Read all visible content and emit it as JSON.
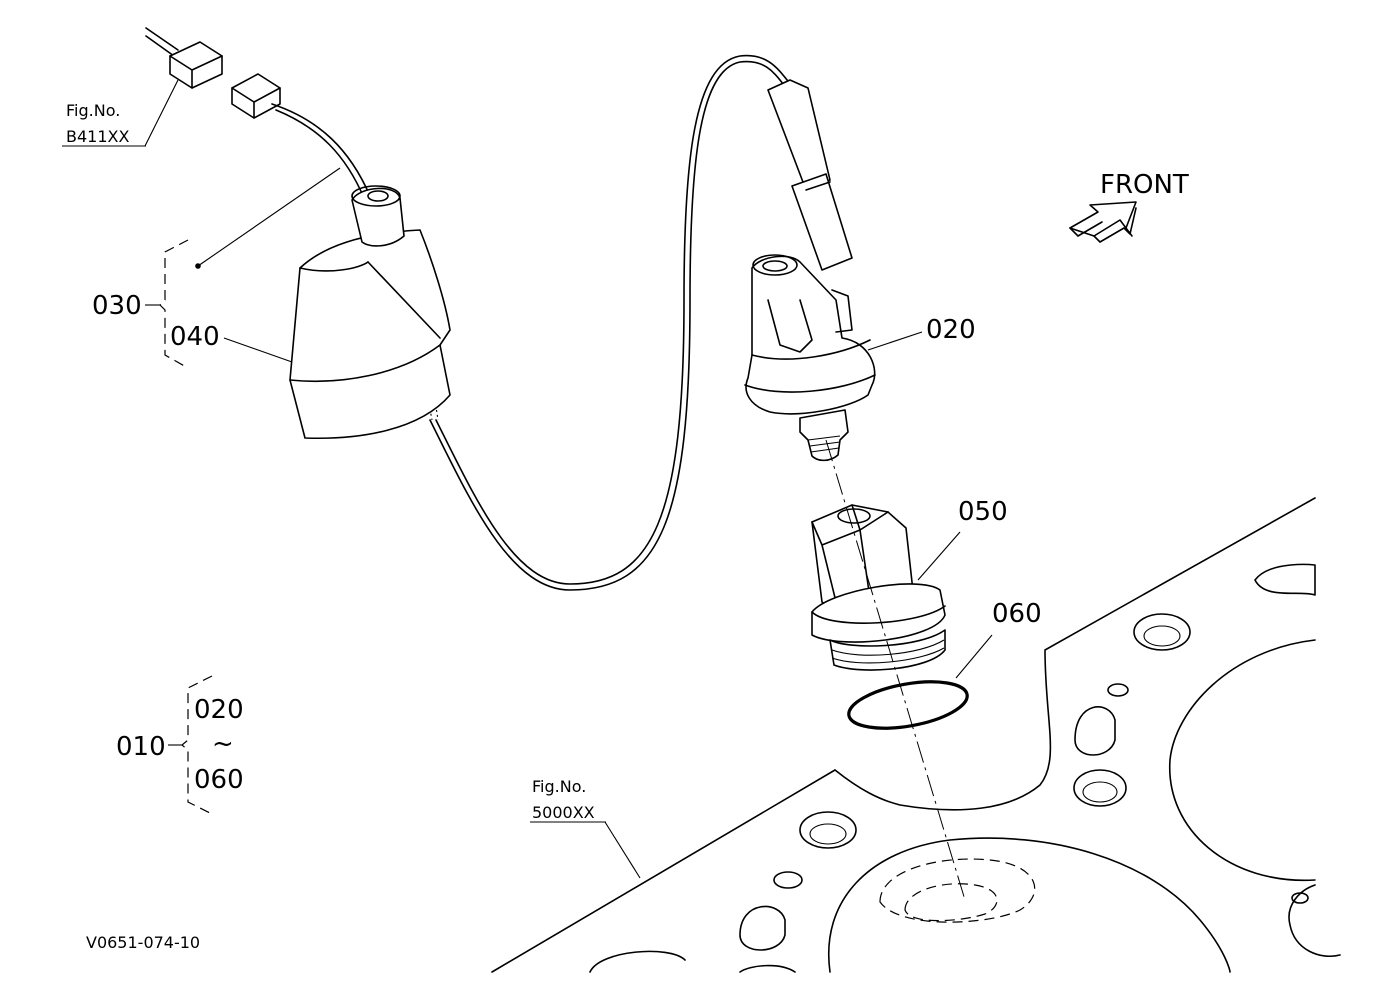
{
  "labels": {
    "fig_no_top": "Fig.No.",
    "fig_ref_top": "B411XX",
    "fig_no_bottom": "Fig.No.",
    "fig_ref_bottom": "5000XX",
    "front": "FRONT",
    "part_030": "030",
    "part_040": "040",
    "part_020": "020",
    "part_050": "050",
    "part_060": "060",
    "part_010": "010",
    "range_start": "020",
    "range_sep": "~",
    "range_end": "060",
    "drawing_id": "V0651-074-10"
  }
}
